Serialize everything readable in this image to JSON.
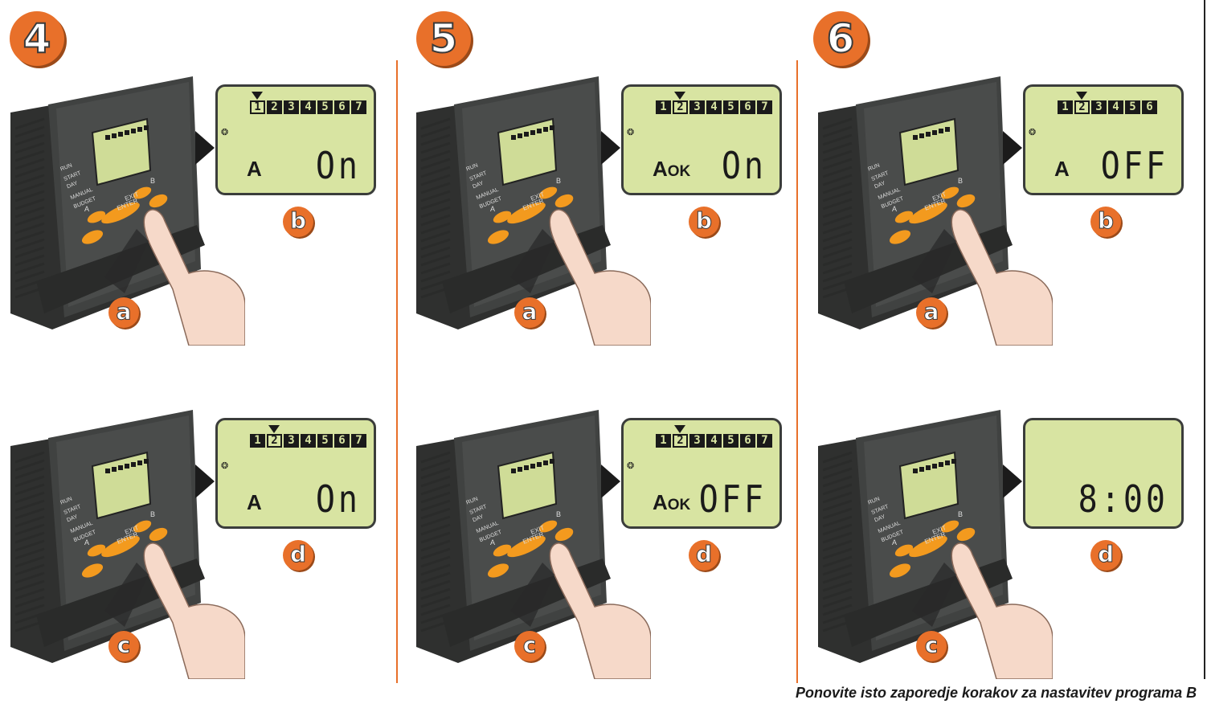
{
  "steps": [
    {
      "number": "4",
      "top": {
        "selected_day": "1",
        "days": [
          "1",
          "2",
          "3",
          "4",
          "5",
          "6",
          "7"
        ],
        "program": "A",
        "ok": "",
        "value": "On",
        "letter_device": "a",
        "letter_lcd": "b"
      },
      "bottom": {
        "selected_day": "2",
        "days": [
          "1",
          "2",
          "3",
          "4",
          "5",
          "6",
          "7"
        ],
        "program": "A",
        "ok": "",
        "value": "On",
        "letter_device": "c",
        "letter_lcd": "d"
      }
    },
    {
      "number": "5",
      "top": {
        "selected_day": "2",
        "days": [
          "1",
          "2",
          "3",
          "4",
          "5",
          "6",
          "7"
        ],
        "program": "A",
        "ok": "OK",
        "value": "On",
        "letter_device": "a",
        "letter_lcd": "b"
      },
      "bottom": {
        "selected_day": "2",
        "days": [
          "1",
          "2",
          "3",
          "4",
          "5",
          "6",
          "7"
        ],
        "program": "A",
        "ok": "OK",
        "value": "OFF",
        "letter_device": "c",
        "letter_lcd": "d"
      }
    },
    {
      "number": "6",
      "top": {
        "selected_day": "2",
        "days": [
          "1",
          "2",
          "3",
          "4",
          "5",
          "6"
        ],
        "program": "A",
        "ok": "",
        "value": "OFF",
        "letter_device": "a",
        "letter_lcd": "b"
      },
      "bottom": {
        "selected_day": "",
        "days": [],
        "program": "",
        "ok": "",
        "value": "8:00",
        "letter_device": "c",
        "letter_lcd": "d"
      }
    }
  ],
  "device_labels": {
    "modes": [
      "RUN",
      "START",
      "DAY",
      "MANUAL",
      "BUDGET"
    ],
    "exit": "EXIT",
    "enter": "ENTER",
    "button_a": "A",
    "button_b": "B"
  },
  "caption": "Ponovite isto zaporedje korakov za nastavitev programa B",
  "colors": {
    "accent": "#e8702a",
    "lcd": "#d8e4a2",
    "device": "#3d3f3e",
    "button": "#f39a1e"
  }
}
